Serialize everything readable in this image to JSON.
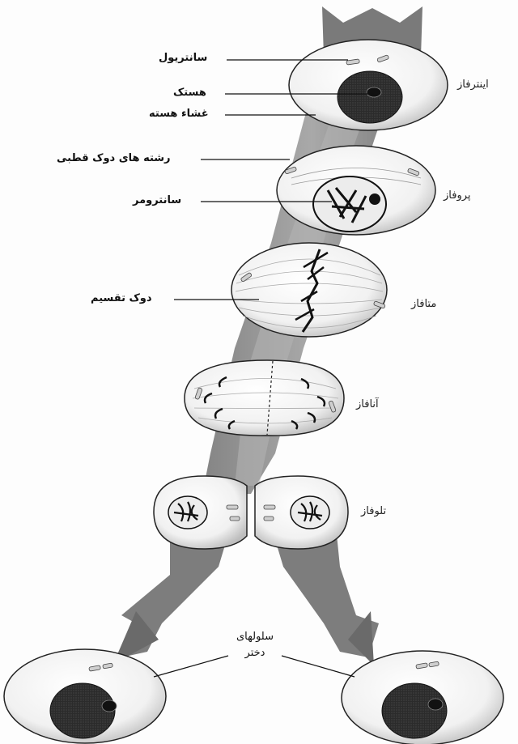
{
  "labels": {
    "centriole": "سانتریول",
    "nucleolus": "هستک",
    "nuclear_envelope": "غشاء هسته",
    "spindle_fibers": "رشته های دوک قطبی",
    "centromere": "سانترومر",
    "spindle": "دوک تقسیم",
    "daughter_cells_line1": "سلولهای",
    "daughter_cells_line2": "دختر"
  },
  "phases": {
    "interphase": "اینترفاز",
    "prophase": "پروفاز",
    "metaphase": "متافاز",
    "anaphase": "آنافاز",
    "telophase": "تلوفاز"
  }
}
